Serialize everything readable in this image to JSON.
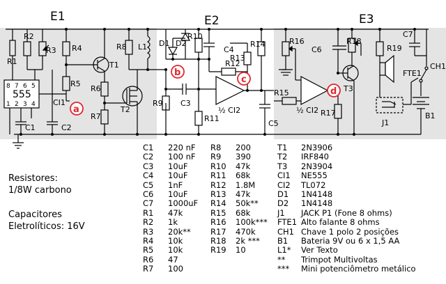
{
  "stages": {
    "e1": "E1",
    "e2": "E2",
    "e3": "E3"
  },
  "markers": {
    "a": "a",
    "b": "b",
    "c": "c",
    "d": "d"
  },
  "schematic_labels": {
    "r1": "R1",
    "r2": "R2",
    "r3": "R3",
    "r4": "R4",
    "r5": "R5",
    "r6": "R6",
    "r7": "R7",
    "r8": "R8",
    "r9": "R9",
    "r10": "R10",
    "r11": "R11",
    "r12": "R12",
    "r13": "R13",
    "r14": "R14",
    "r15": "R15",
    "r16": "R16",
    "r17": "R17",
    "r18": "R18",
    "r19": "R19",
    "c1": "C1",
    "c2": "C2",
    "c3": "C3",
    "c4": "C4",
    "c5": "C5",
    "c6": "C6",
    "c7": "C7",
    "ci1": "CI1",
    "ci2_a": "½ CI2",
    "ci2_b": "½ CI2",
    "t1": "T1",
    "t2": "T2",
    "t3": "T3",
    "d1": "D1",
    "d2": "D2",
    "l1": "L1",
    "fte1": "FTE1",
    "ch1": "CH1",
    "j1": "J1",
    "b1": "B1",
    "ic555": "555",
    "pin8": "8",
    "pin7": "7",
    "pin6": "6",
    "pin5": "5",
    "pin1": "1",
    "pin2": "2",
    "pin3": "3",
    "pin4": "4"
  },
  "parts_list": {
    "col1": [
      [
        "C1",
        "220 nF"
      ],
      [
        "C2",
        "100 nF"
      ],
      [
        "C3",
        "10uF"
      ],
      [
        "C4",
        "10uF"
      ],
      [
        "C5",
        "1nF"
      ],
      [
        "C6",
        "10uF"
      ],
      [
        "C7",
        "1000uF"
      ],
      [
        "R1",
        "47k"
      ],
      [
        "R2",
        "1k"
      ],
      [
        "R3",
        "20k**"
      ],
      [
        "R4",
        "10k"
      ],
      [
        "R5",
        "10k"
      ],
      [
        "R6",
        "47"
      ],
      [
        "R7",
        "100"
      ]
    ],
    "col2": [
      [
        "R8",
        "200"
      ],
      [
        "R9",
        "390"
      ],
      [
        "R10",
        "47k"
      ],
      [
        "R11",
        "68k"
      ],
      [
        "R12",
        "1.8M"
      ],
      [
        "R13",
        "47k"
      ],
      [
        "R14",
        "50k**"
      ],
      [
        "R15",
        "68k"
      ],
      [
        "R16",
        "100k***"
      ],
      [
        "R17",
        "470k"
      ],
      [
        "R18",
        "2k ***"
      ],
      [
        "R19",
        "10"
      ]
    ],
    "col3": [
      [
        "T1",
        "2N3906"
      ],
      [
        "T2",
        "IRF840"
      ],
      [
        "T3",
        "2N3904"
      ],
      [
        "CI1",
        "NE555"
      ],
      [
        "CI2",
        "TL072"
      ],
      [
        "D1",
        "1N4148"
      ],
      [
        "D2",
        "1N4148"
      ],
      [
        "J1",
        "JACK P1 (Fone 8 ohms)"
      ],
      [
        "FTE1",
        "Alto falante 8 ohms"
      ],
      [
        "CH1",
        "Chave 1 polo 2 posições"
      ],
      [
        "B1",
        "Bateria 9V ou 6 x 1,5 AA"
      ],
      [
        "L1*",
        "Ver Texto"
      ],
      [
        "**",
        "Trimpot Multivoltas"
      ],
      [
        "***",
        "Mini potenciômetro metálico"
      ]
    ]
  },
  "notes": {
    "resistors_line1": "Resistores:",
    "resistors_line2": "1/8W carbono",
    "capacitors_line1": "Capacitores",
    "capacitors_line2": "Eletrolíticos: 16V"
  },
  "colors": {
    "panel_gray": "#e4e4e4",
    "marker_red": "#e0262d",
    "wire": "#000000"
  }
}
